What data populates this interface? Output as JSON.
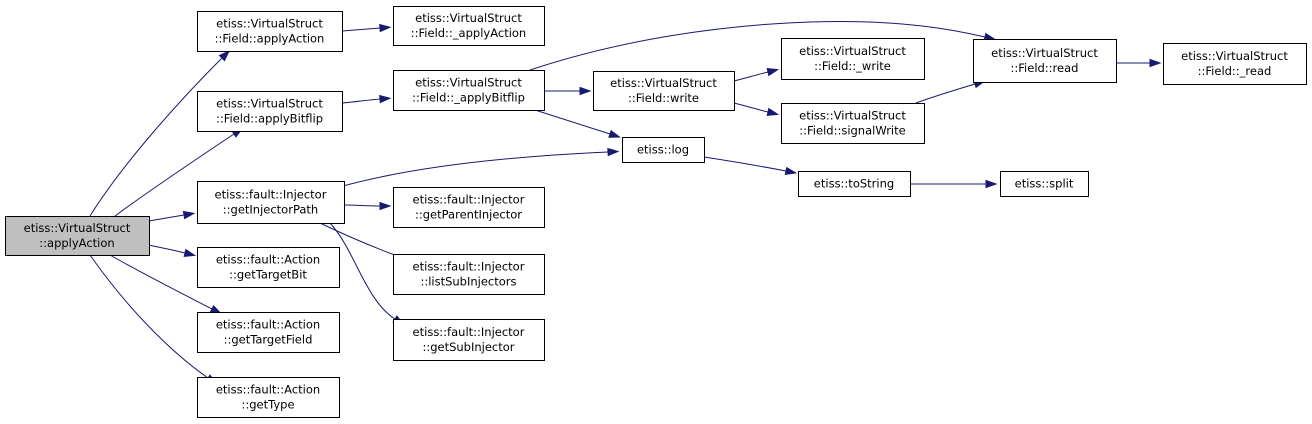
{
  "colors": {
    "edge": "#191970",
    "root_fill": "#bfbfbf",
    "node_fill": "#ffffff",
    "border": "#000000"
  },
  "nodes": [
    {
      "id": "root",
      "lines": [
        "etiss::VirtualStruct",
        "::applyAction"
      ],
      "highlight": true
    },
    {
      "id": "field_applyAction",
      "lines": [
        "etiss::VirtualStruct",
        "::Field::applyAction"
      ]
    },
    {
      "id": "field__applyAction",
      "lines": [
        "etiss::VirtualStruct",
        "::Field::_applyAction"
      ]
    },
    {
      "id": "field_applyBitflip",
      "lines": [
        "etiss::VirtualStruct",
        "::Field::applyBitflip"
      ]
    },
    {
      "id": "field__applyBitflip",
      "lines": [
        "etiss::VirtualStruct",
        "::Field::_applyBitflip"
      ]
    },
    {
      "id": "field_write",
      "lines": [
        "etiss::VirtualStruct",
        "::Field::write"
      ]
    },
    {
      "id": "field__write",
      "lines": [
        "etiss::VirtualStruct",
        "::Field::_write"
      ]
    },
    {
      "id": "field_signalWrite",
      "lines": [
        "etiss::VirtualStruct",
        "::Field::signalWrite"
      ]
    },
    {
      "id": "field_read",
      "lines": [
        "etiss::VirtualStruct",
        "::Field::read"
      ]
    },
    {
      "id": "field__read",
      "lines": [
        "etiss::VirtualStruct",
        "::Field::_read"
      ]
    },
    {
      "id": "log",
      "lines": [
        "etiss::log"
      ]
    },
    {
      "id": "toString",
      "lines": [
        "etiss::toString"
      ]
    },
    {
      "id": "split",
      "lines": [
        "etiss::split"
      ]
    },
    {
      "id": "getInjectorPath",
      "lines": [
        "etiss::fault::Injector",
        "::getInjectorPath"
      ]
    },
    {
      "id": "getParentInjector",
      "lines": [
        "etiss::fault::Injector",
        "::getParentInjector"
      ]
    },
    {
      "id": "listSubInjectors",
      "lines": [
        "etiss::fault::Injector",
        "::listSubInjectors"
      ]
    },
    {
      "id": "getSubInjector",
      "lines": [
        "etiss::fault::Injector",
        "::getSubInjector"
      ]
    },
    {
      "id": "getTargetBit",
      "lines": [
        "etiss::fault::Action",
        "::getTargetBit"
      ]
    },
    {
      "id": "getTargetField",
      "lines": [
        "etiss::fault::Action",
        "::getTargetField"
      ]
    },
    {
      "id": "getType",
      "lines": [
        "etiss::fault::Action",
        "::getType"
      ]
    }
  ],
  "edges": [
    {
      "from": "root",
      "to": "field_applyAction"
    },
    {
      "from": "root",
      "to": "field_applyBitflip"
    },
    {
      "from": "root",
      "to": "getInjectorPath"
    },
    {
      "from": "root",
      "to": "getTargetBit"
    },
    {
      "from": "root",
      "to": "getTargetField"
    },
    {
      "from": "root",
      "to": "getType"
    },
    {
      "from": "field_applyAction",
      "to": "field__applyAction"
    },
    {
      "from": "field_applyBitflip",
      "to": "field__applyBitflip"
    },
    {
      "from": "field__applyBitflip",
      "to": "field_write"
    },
    {
      "from": "field__applyBitflip",
      "to": "field_read"
    },
    {
      "from": "field__applyBitflip",
      "to": "log"
    },
    {
      "from": "field_write",
      "to": "field__write"
    },
    {
      "from": "field_write",
      "to": "field_signalWrite"
    },
    {
      "from": "field_signalWrite",
      "to": "field_read"
    },
    {
      "from": "field_read",
      "to": "field__read"
    },
    {
      "from": "log",
      "to": "toString"
    },
    {
      "from": "toString",
      "to": "split"
    },
    {
      "from": "getInjectorPath",
      "to": "log"
    },
    {
      "from": "getInjectorPath",
      "to": "getParentInjector"
    },
    {
      "from": "getInjectorPath",
      "to": "listSubInjectors"
    },
    {
      "from": "getInjectorPath",
      "to": "getSubInjector"
    }
  ]
}
